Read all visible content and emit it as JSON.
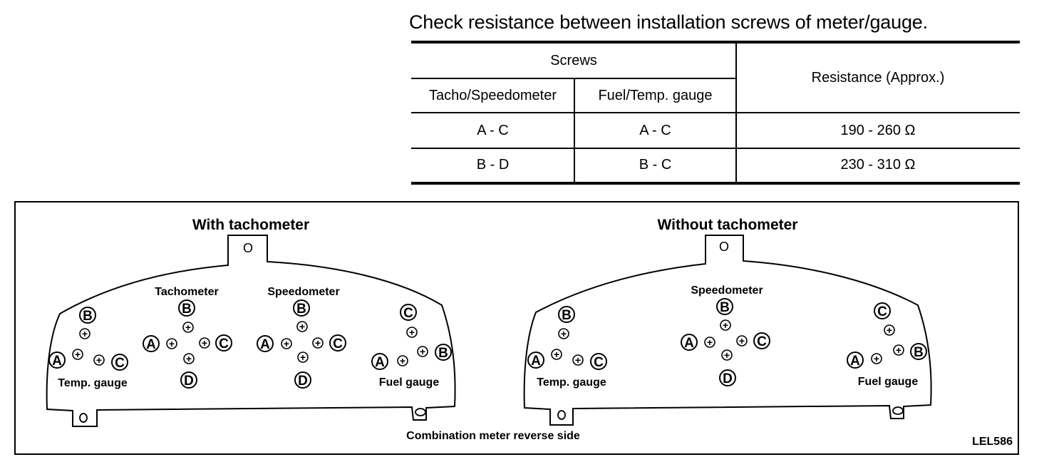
{
  "title": "Check resistance between installation screws of meter/gauge.",
  "table": {
    "group_header": "Screws",
    "col1": "Tacho/Speedometer",
    "col2": "Fuel/Temp. gauge",
    "col3": "Resistance (Approx.)",
    "rows": [
      {
        "c1": "A - C",
        "c2": "A - C",
        "c3": "190 - 260 Ω"
      },
      {
        "c1": "B - D",
        "c2": "B - C",
        "c3": "230 - 310 Ω"
      }
    ]
  },
  "diagram": {
    "with_tach": {
      "heading": "With tachometer",
      "temp_label": "Temp. gauge",
      "tach_label": "Tachometer",
      "speedo_label": "Speedometer",
      "fuel_label": "Fuel gauge"
    },
    "without_tach": {
      "heading": "Without tachometer",
      "temp_label": "Temp. gauge",
      "speedo_label": "Speedometer",
      "fuel_label": "Fuel gauge"
    },
    "caption": "Combination meter reverse side",
    "figure_code": "LEL586",
    "letters": {
      "a": "A",
      "b": "B",
      "c": "C",
      "d": "D"
    },
    "screw_symbol": "+",
    "hole_symbol": "O"
  }
}
